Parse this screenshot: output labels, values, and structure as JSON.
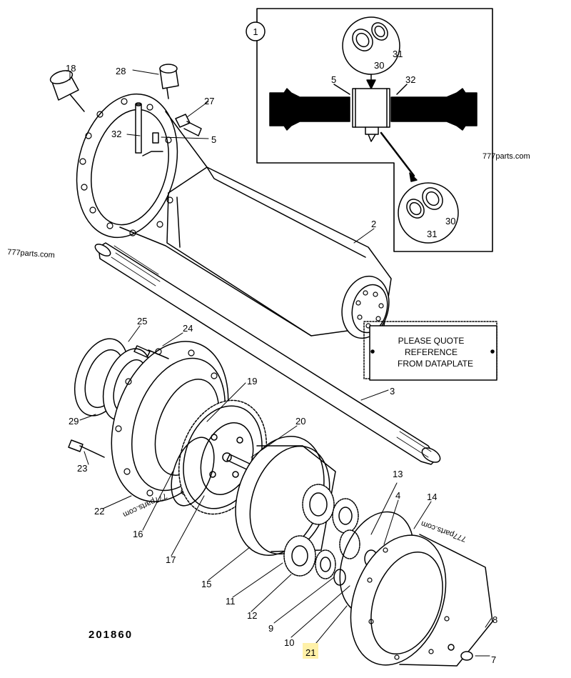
{
  "drawing_number": "201860",
  "watermarks": [
    "777parts.com",
    "777parts.com",
    "777parts.com",
    "777parts.com"
  ],
  "dataplate": {
    "line1": "PLEASE QUOTE",
    "line2": "REFERENCE",
    "line3": "FROM DATAPLATE"
  },
  "inset": {
    "ref": "1",
    "labels": [
      "5",
      "32",
      "30",
      "31",
      "30",
      "31"
    ]
  },
  "callouts": [
    "18",
    "28",
    "27",
    "32",
    "5",
    "2",
    "3",
    "25",
    "24",
    "29",
    "23",
    "22",
    "16",
    "17",
    "19",
    "20",
    "15",
    "11",
    "12",
    "9",
    "10",
    "21",
    "13",
    "4",
    "14",
    "8",
    "7"
  ],
  "highlighted_callout": "21",
  "colors": {
    "line": "#000000",
    "highlight": "#fff1a8",
    "background": "#ffffff"
  }
}
